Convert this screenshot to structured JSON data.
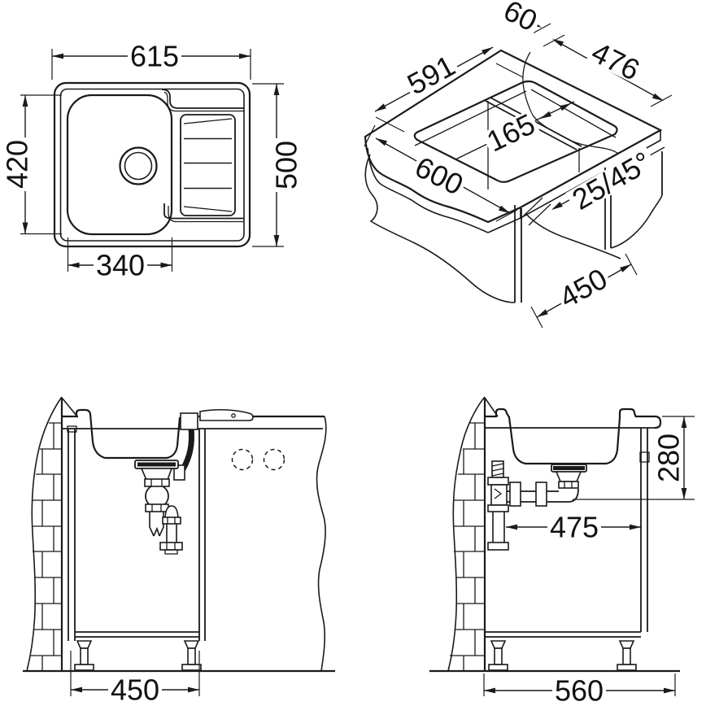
{
  "drawing": {
    "type": "sink-installation-technical-drawing",
    "views": {
      "top": {
        "label": "top-view",
        "dims": {
          "overall_width": "615",
          "basin_depth": "420",
          "overall_depth": "500",
          "basin_width": "340"
        }
      },
      "iso": {
        "label": "worktop-cutout-isometric-view",
        "dims": {
          "rear_rail": "60",
          "cutout_depth": "476",
          "cutout_width": "591",
          "ledge_width": "165",
          "worktop_depth": "600",
          "edge_chamfer": "25/45°",
          "cabinet_side_depth": "450"
        }
      },
      "front": {
        "label": "front-section-view",
        "dims": {
          "cabinet_width": "450"
        }
      },
      "side": {
        "label": "side-section-view",
        "dims": {
          "outlet_height": "280",
          "outlet_distance": "475",
          "cabinet_depth": "560"
        }
      }
    }
  }
}
